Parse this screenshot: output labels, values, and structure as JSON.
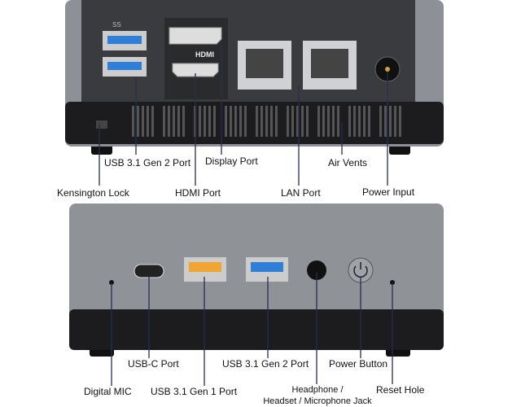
{
  "rear_view": {
    "labels": {
      "usb_gen2": "USB 3.1 Gen 2 Port",
      "display_port": "Display Port",
      "air_vents": "Air Vents",
      "kensington": "Kensington Lock",
      "hdmi": "HDMI Port",
      "lan": "LAN Port",
      "power_input": "Power Input"
    },
    "port_markings": {
      "hdmi": "HDMI",
      "usb": "SS"
    }
  },
  "front_view": {
    "labels": {
      "usb_c": "USB-C Port",
      "usb_gen2": "USB 3.1 Gen 2 Port",
      "power_button": "Power Button",
      "digital_mic": "Digital MIC",
      "usb_gen1": "USB 3.1 Gen 1 Port",
      "headphone_line1": "Headphone /",
      "headphone_line2": "Headset / Microphone Jack",
      "reset_hole": "Reset Hole"
    }
  },
  "colors": {
    "body_gray": "#8d9096",
    "panel_dark": "#3a3b3e",
    "base_black": "#1c1c1e",
    "usb_blue": "#2f7fd8",
    "usb_orange": "#f0a531",
    "leader": "#2a2d52"
  }
}
